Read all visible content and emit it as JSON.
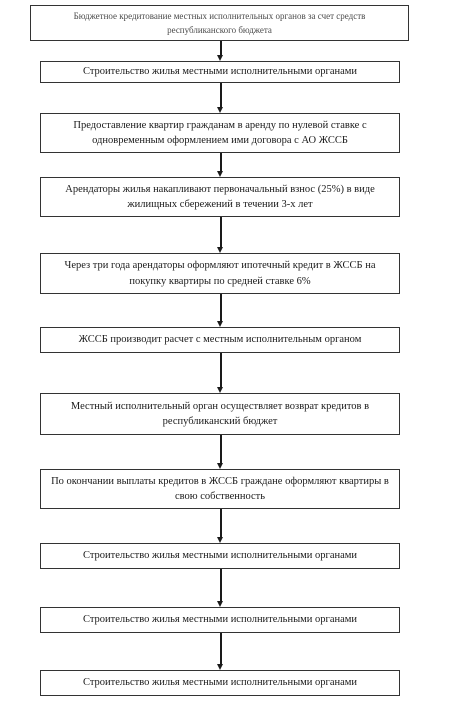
{
  "diagram": {
    "type": "flowchart",
    "direction": "top-to-bottom",
    "steps": [
      {
        "id": "budget-lending",
        "text": "Бюджетное кредитование местных исполнительных органов за счет средств республиканского бюджета"
      },
      {
        "id": "housing-construction",
        "text": "Строительство жилья местными исполнительными органами"
      },
      {
        "id": "zero-rate-lease",
        "text": "Предоставление квартир гражданам в аренду по нулевой ставке с одновременным оформлением ими договора с АО ЖССБ"
      },
      {
        "id": "initial-deposit",
        "text": "Арендаторы жилья накапливают первоначальный взнос (25%) в виде жилищных сбережений в течении 3-х лет"
      },
      {
        "id": "mortgage",
        "text": "Через три года арендаторы оформляют ипотечный кредит в ЖССБ на покупку квартиры по средней ставке 6%"
      },
      {
        "id": "settlement",
        "text": "ЖССБ производит расчет с местным исполнительным органом"
      },
      {
        "id": "loan-repayment",
        "text": "Местный исполнительный орган осуществляет возврат кредитов в республиканский бюджет"
      },
      {
        "id": "ownership",
        "text": "По окончании выплаты кредитов в ЖССБ граждане оформляют квартиры в свою собственность"
      },
      {
        "id": "construction-repeat-1",
        "text": "Строительство жилья местными исполнительными органами"
      },
      {
        "id": "construction-repeat-2",
        "text": "Строительство жилья местными исполнительными органами"
      },
      {
        "id": "construction-repeat-3",
        "text": "Строительство жилья местными исполнительными органами"
      }
    ]
  },
  "colors": {
    "box_border": "#333333",
    "arrow": "#1a1a1a",
    "text": "#1a1a1a",
    "header_text": "#4a4a4a",
    "background": "#ffffff"
  }
}
